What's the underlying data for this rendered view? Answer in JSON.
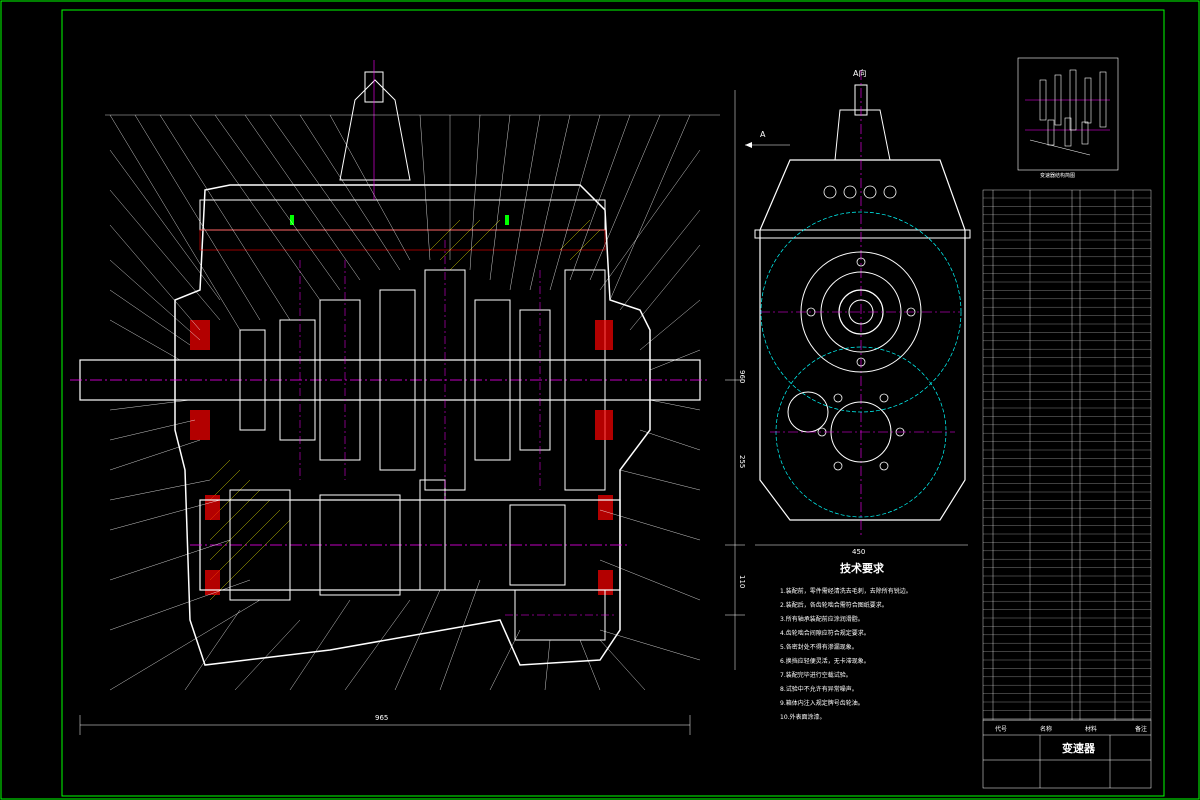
{
  "drawing": {
    "main_title": "变速器",
    "view_label": "A向",
    "arrow_label": "A",
    "tech_req_title": "技术要求",
    "schematic_title": "变速器结构简图"
  },
  "dimensions": {
    "overall_length": "965",
    "overall_height": "960",
    "upper_center": "255",
    "lower_center": "110",
    "side_width": "450"
  },
  "tech_requirements": [
    "1.装配前，零件需经清洗去毛刺，去除所有锐边。",
    "2.装配后，各齿轮啮合需符合图纸要求。",
    "3.所有轴承装配前应涂润滑脂。",
    "4.齿轮啮合间隙应符合规定要求。",
    "5.各密封处不得有渗漏现象。",
    "6.换挡应轻便灵活，无卡滞现象。",
    "7.装配完毕进行空载试验。",
    "8.试验中不允许有异常噪声。",
    "9.箱体内注入规定牌号齿轮油。",
    "10.外表面涂漆。"
  ],
  "title_block": {
    "col_code": "代号",
    "col_name": "名称",
    "col_material": "材料",
    "col_note": "备注"
  },
  "colors": {
    "frame": "#00ff00",
    "outline": "#ffffff",
    "center": "#ff00ff",
    "hatch": "#ffff00",
    "fill": "#ff0000",
    "aux": "#00ffff"
  }
}
